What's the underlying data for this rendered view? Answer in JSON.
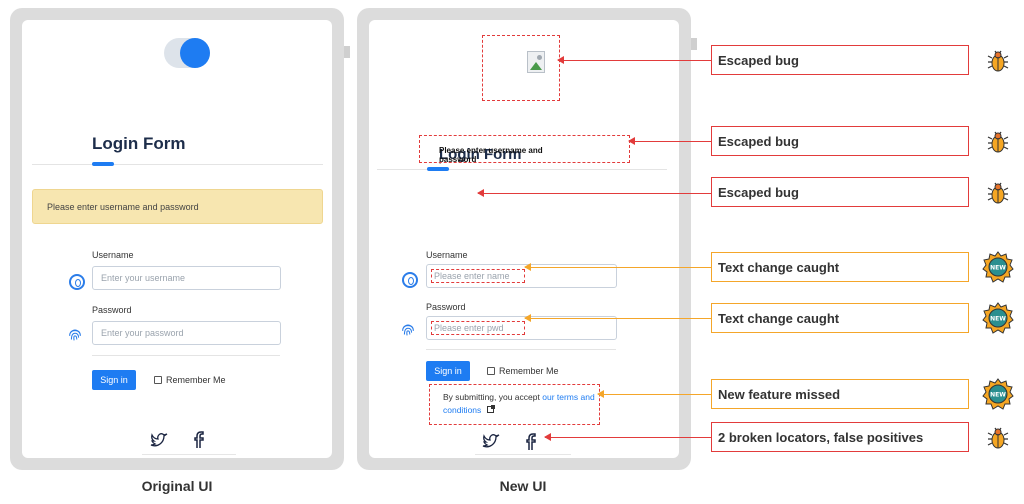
{
  "captions": {
    "original": "Original UI",
    "new": "New UI"
  },
  "original_ui": {
    "title": "Login Form",
    "alert": "Please enter username and password",
    "username_label": "Username",
    "username_placeholder": "Enter your username",
    "password_label": "Password",
    "password_placeholder": "Enter your password",
    "signin_label": "Sign in",
    "remember_label": "Remember Me"
  },
  "new_ui": {
    "title": "Login Form",
    "overlap_message": "Please enter username and password",
    "username_label": "Username",
    "username_placeholder": "Please enter name",
    "password_label": "Password",
    "password_placeholder": "Please enter pwd",
    "signin_label": "Sign in",
    "remember_label": "Remember Me",
    "terms_prefix": "By submitting, you accept",
    "terms_link": "our terms and conditions"
  },
  "annotations": [
    {
      "label": "Escaped bug",
      "kind": "bug"
    },
    {
      "label": "Escaped bug",
      "kind": "bug"
    },
    {
      "label": "Escaped bug",
      "kind": "bug"
    },
    {
      "label": "Text change caught",
      "kind": "new"
    },
    {
      "label": "Text change caught",
      "kind": "new"
    },
    {
      "label": "New feature missed",
      "kind": "new"
    },
    {
      "label": "2 broken locators, false positives",
      "kind": "bug"
    }
  ],
  "badge_text": "NEW",
  "icons": {
    "user_field": "user-circle-icon",
    "password_field": "fingerprint-icon",
    "social_1": "twitter-icon",
    "social_2": "facebook-icon",
    "bug": "bug-icon",
    "new": "new-badge-icon"
  },
  "colors": {
    "accent": "#1e7cf2",
    "alert_bg": "#f7e6b0",
    "bug_border": "#e23b3b",
    "caught_border": "#f4a62a"
  }
}
